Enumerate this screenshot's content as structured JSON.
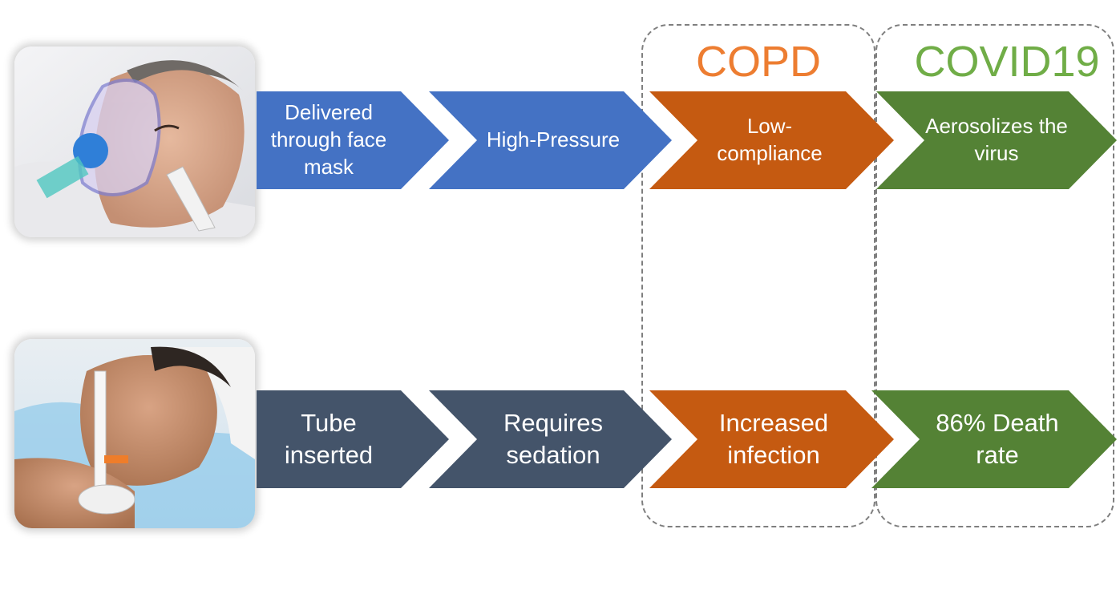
{
  "colors": {
    "row1_blue": "#4472C4",
    "row2_slate": "#44546A",
    "copd_orange": "#C55A11",
    "covid_green": "#548235",
    "copd_title": "#ED7D31",
    "covid_title": "#70AD47",
    "dash": "#7F7F7F"
  },
  "columns": {
    "copd_title": "COPD",
    "covid_title": "COVID19"
  },
  "row1": {
    "photo_icon": "patient-face-mask-photo",
    "steps": [
      "Delivered through face mask",
      "High-Pressure",
      "Low-compliance",
      "Aerosolizes the virus"
    ]
  },
  "row2": {
    "photo_icon": "patient-intubated-photo",
    "steps": [
      "Tube inserted",
      "Requires sedation",
      "Increased infection",
      "86% Death rate"
    ]
  }
}
